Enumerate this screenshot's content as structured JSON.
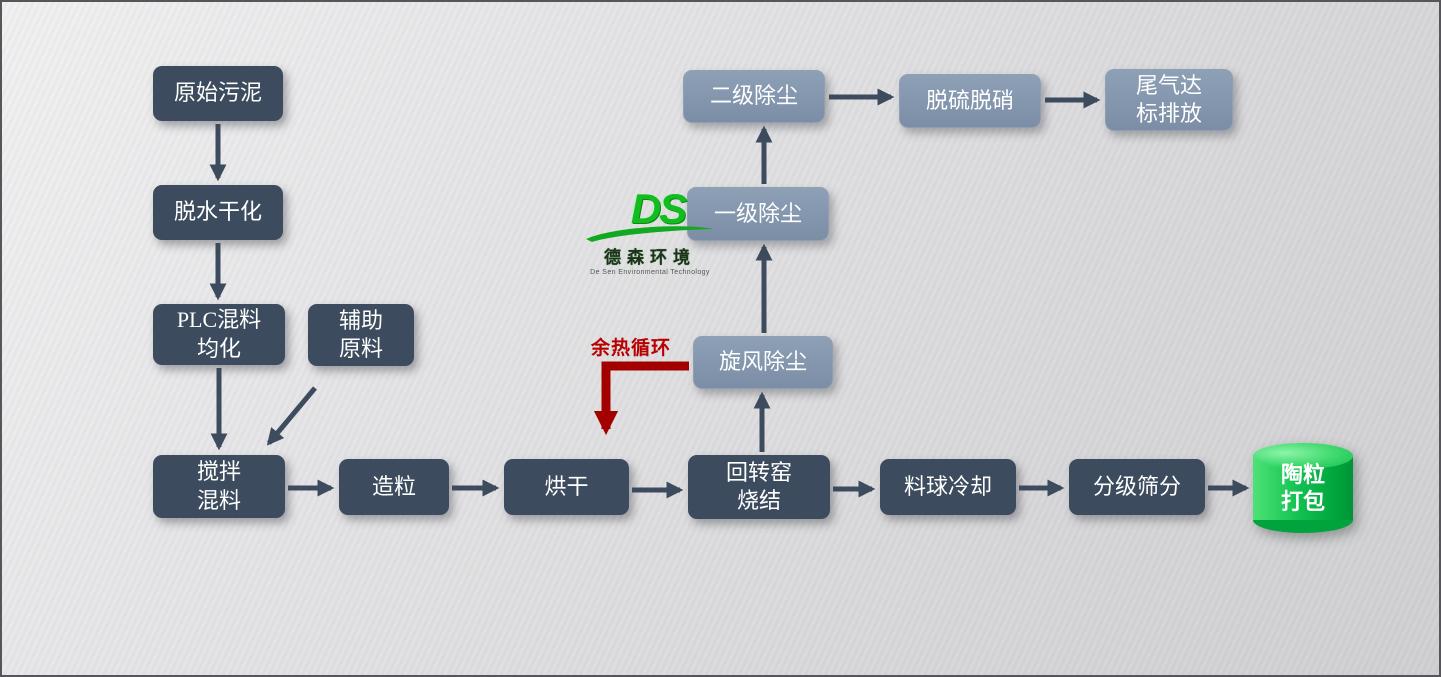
{
  "colors": {
    "dark_node": "#3c4b5d",
    "light_node": "#8396ad",
    "arrow": "#3c4b5d",
    "red_accent": "#b80000",
    "green_body": "#00a33c",
    "green_top": "#3cd86c",
    "logo_green": "#13bd20"
  },
  "nodes": {
    "raw_sludge": "原始污泥",
    "dewater": "脱水干化",
    "plc_mix": "PLC混料\n均化",
    "aux_material": "辅助\n原料",
    "stir_mix": "搅拌\n混料",
    "granulate": "造粒",
    "drying": "烘干",
    "rotary_kiln": "回转窑\n烧结",
    "pellet_cooling": "料球冷却",
    "screening": "分级筛分",
    "packing": "陶粒\n打包",
    "dust_stage2": "二级除尘",
    "desulfurization": "脱硫脱硝",
    "exhaust": "尾气达\n标排放",
    "dust_stage1": "一级除尘",
    "cyclone_dust": "旋风除尘"
  },
  "annotations": {
    "waste_heat": "余热循环"
  },
  "logo": {
    "mark": "DS",
    "name": "德森环境",
    "subtitle": "De Sen Environmental Technology"
  }
}
